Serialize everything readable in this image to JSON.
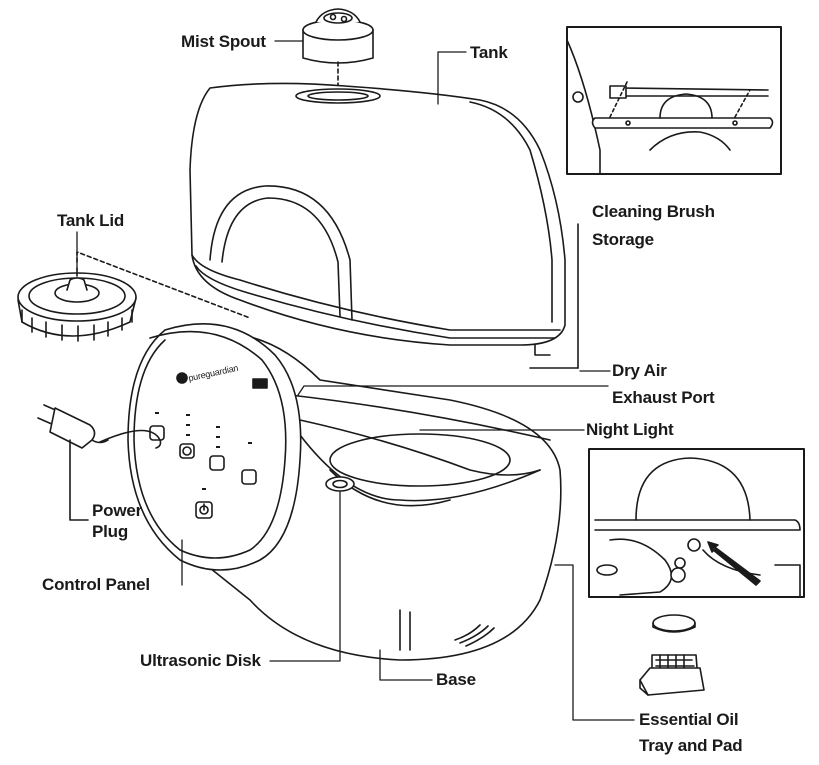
{
  "labels": {
    "mist_spout": "Mist Spout",
    "tank": "Tank",
    "tank_lid": "Tank Lid",
    "cleaning_brush_storage_1": "Cleaning Brush",
    "cleaning_brush_storage_2": "Storage",
    "dry_air_exhaust_port_1": "Dry Air",
    "dry_air_exhaust_port_2": "Exhaust Port",
    "night_light": "Night Light",
    "power_plug_1": "Power",
    "power_plug_2": "Plug",
    "control_panel": "Control Panel",
    "ultrasonic_disk": "Ultrasonic Disk",
    "base": "Base",
    "essential_oil_tray_pad_1": "Essential Oil",
    "essential_oil_tray_pad_2": "Tray and Pad"
  },
  "logo": {
    "brand": "pureguardian"
  }
}
